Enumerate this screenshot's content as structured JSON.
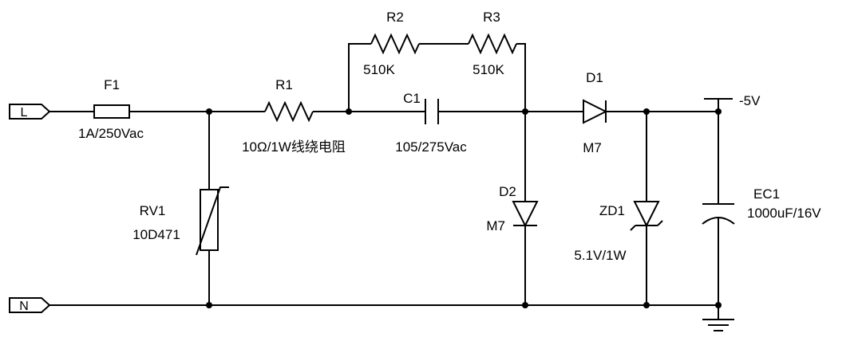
{
  "schematic": {
    "terminals": {
      "live": "L",
      "neutral": "N",
      "output": "-5V"
    },
    "components": {
      "f1": {
        "ref": "F1",
        "value": "1A/250Vac"
      },
      "r1": {
        "ref": "R1",
        "value": "10Ω/1W线绕电阻"
      },
      "r2": {
        "ref": "R2",
        "value": "510K"
      },
      "r3": {
        "ref": "R3",
        "value": "510K"
      },
      "c1": {
        "ref": "C1",
        "value": "105/275Vac"
      },
      "d1": {
        "ref": "D1",
        "value": "M7"
      },
      "d2": {
        "ref": "D2",
        "value": "M7"
      },
      "zd1": {
        "ref": "ZD1",
        "value": "5.1V/1W"
      },
      "rv1": {
        "ref": "RV1",
        "value": "10D471"
      },
      "ec1": {
        "ref": "EC1",
        "value": "1000uF/16V"
      }
    }
  }
}
